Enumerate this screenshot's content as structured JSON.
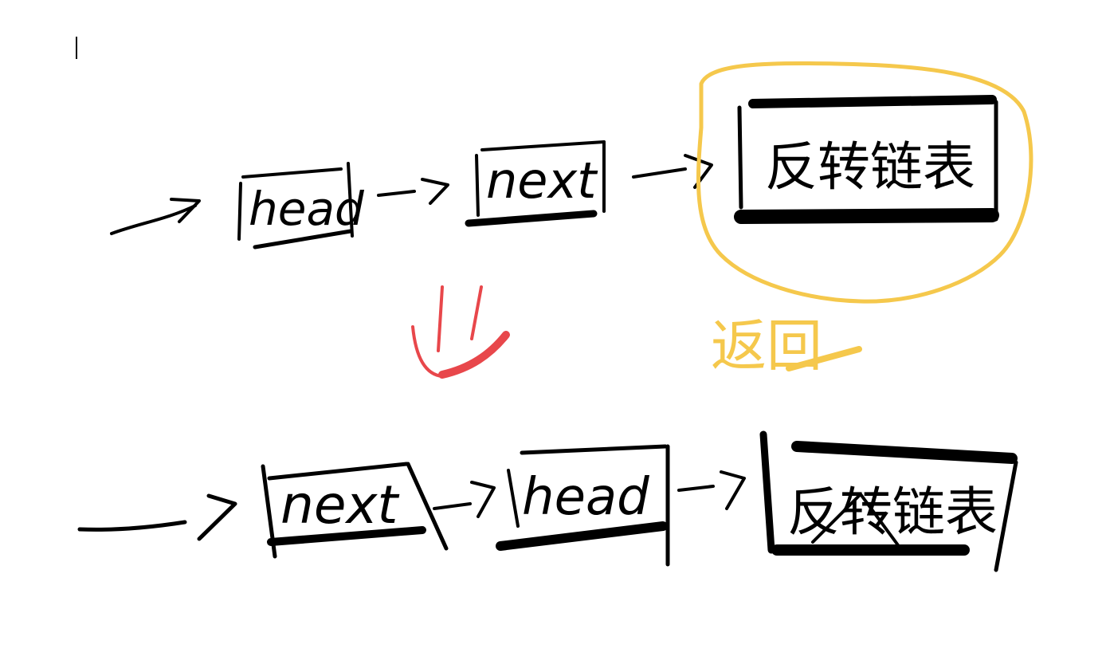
{
  "colors": {
    "ink": "#000000",
    "highlight_circle": "#F5C84C",
    "return_label": "#F5C84C",
    "marker_red": "#E8474B"
  },
  "top_row": {
    "node1_label": "head",
    "node2_label": "next",
    "node3_label": "反转链表",
    "circled_node": "反转链表"
  },
  "return_label": "返回",
  "bottom_row": {
    "node1_label": "next",
    "node2_label": "head",
    "node3_label": "反转链表"
  }
}
